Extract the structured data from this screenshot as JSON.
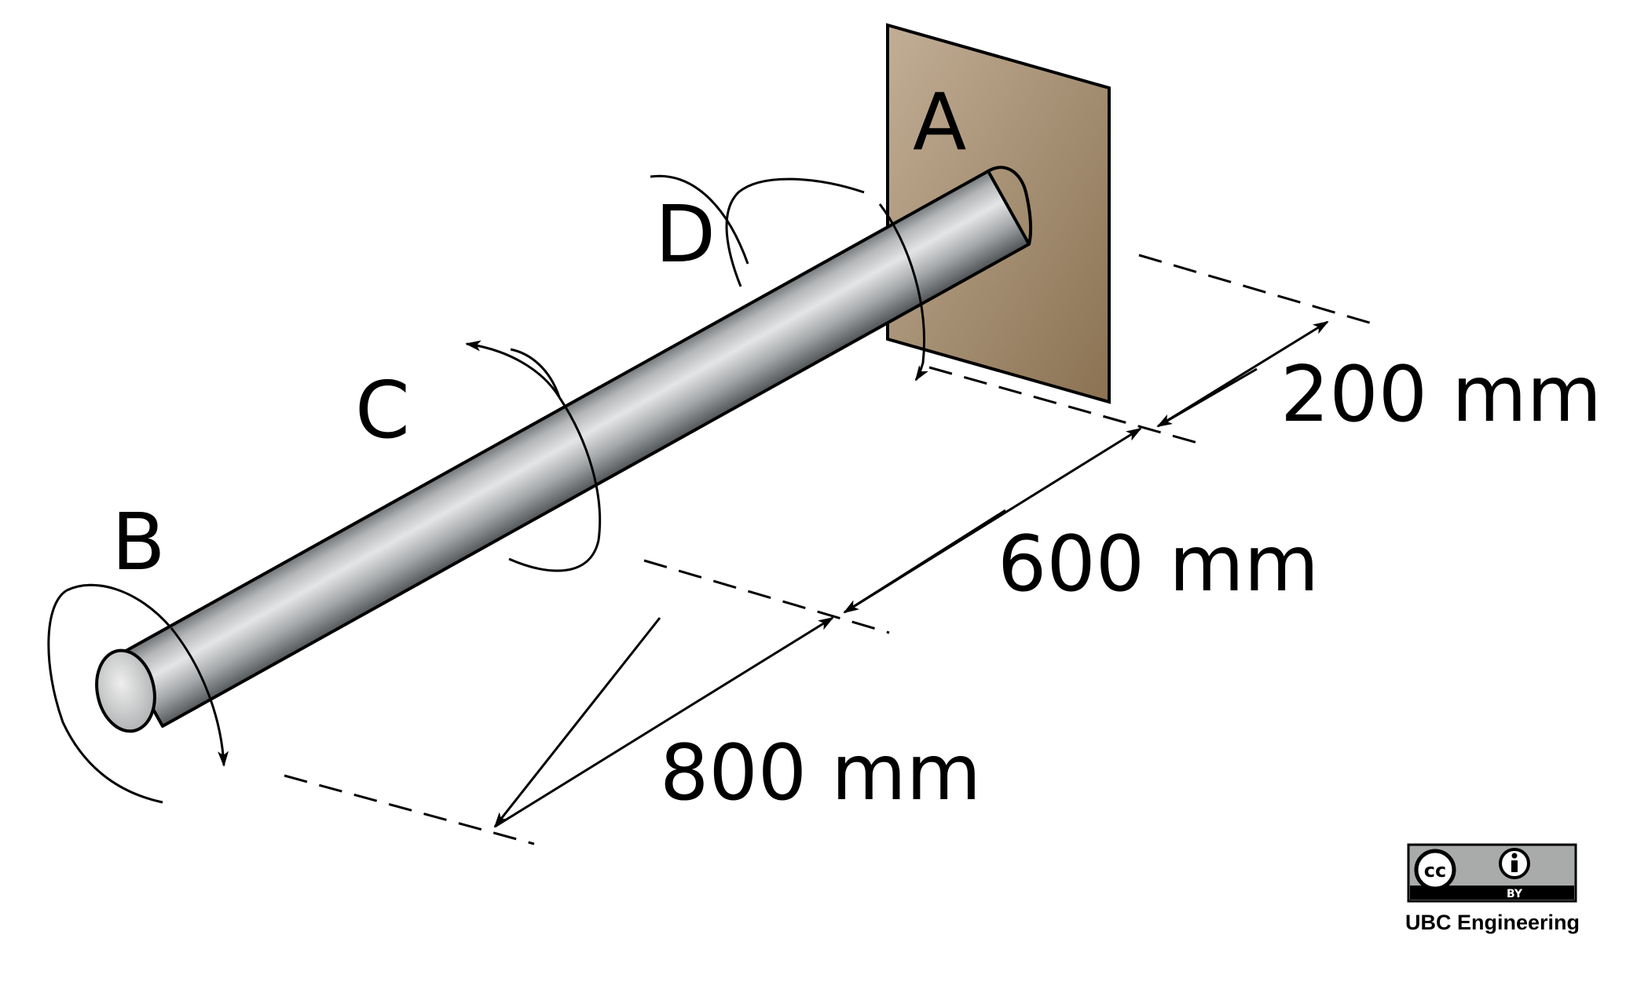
{
  "points": {
    "A": "A",
    "B": "B",
    "C": "C",
    "D": "D"
  },
  "dimensions": {
    "ab_segment_1": "800 mm",
    "ab_segment_2": "600 mm",
    "ab_segment_3": "200 mm"
  },
  "license": {
    "cc_text": "cc",
    "by_text": "BY",
    "credit": "UBC Engineering"
  },
  "colors": {
    "wall": "#a08868",
    "shaft": "#c4c6c7",
    "line": "#000000"
  }
}
